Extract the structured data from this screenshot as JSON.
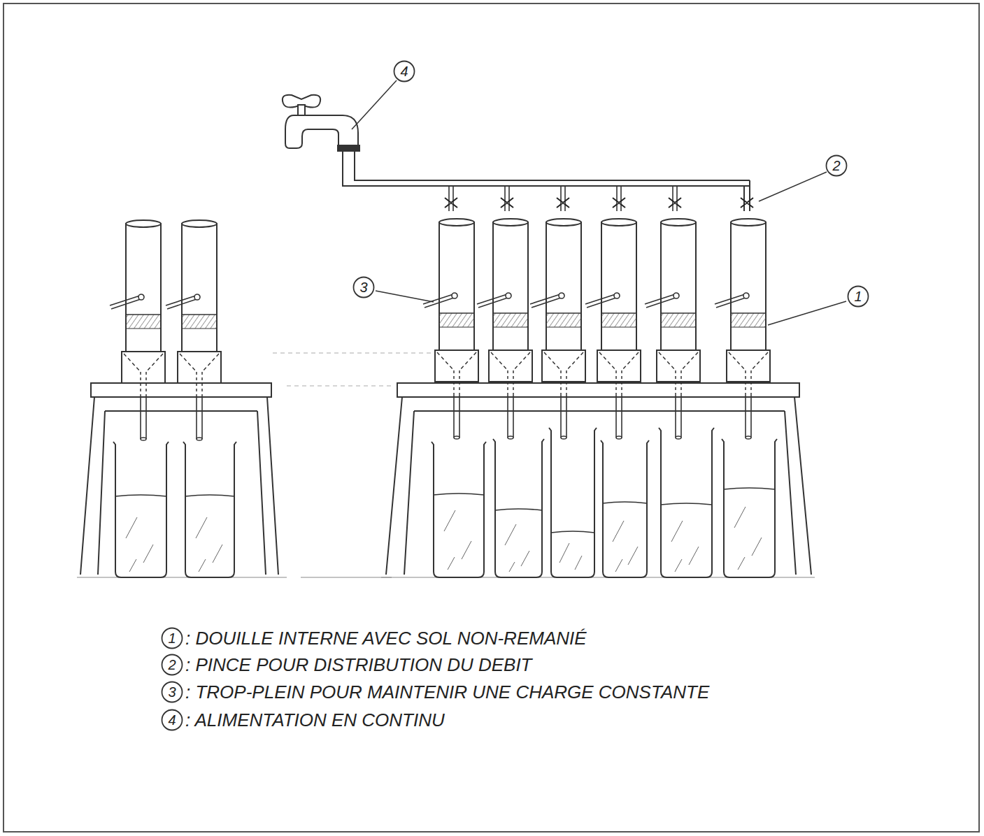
{
  "diagram": {
    "nodes": [
      {
        "text": [
          "4"
        ]
      },
      {
        "text": [
          "2"
        ]
      },
      {
        "text": [
          "3"
        ]
      },
      {
        "text": [
          "1"
        ]
      },
      {
        "text": [
          "1"
        ]
      },
      {
        "text": [
          "2"
        ]
      },
      {
        "text": [
          "3"
        ]
      },
      {
        "text": [
          "4"
        ]
      }
    ],
    "legend": [
      {
        "text": ": DOUILLE INTERNE AVEC SOL NON-REMANIÉ"
      },
      {
        "text": ": PINCE POUR DISTRIBUTION DU DEBIT"
      },
      {
        "text": ": TROP-PLEIN POUR MAINTENIR UNE CHARGE CONSTANTE"
      },
      {
        "text": ": ALIMENTATION EN CONTINU"
      }
    ]
  }
}
